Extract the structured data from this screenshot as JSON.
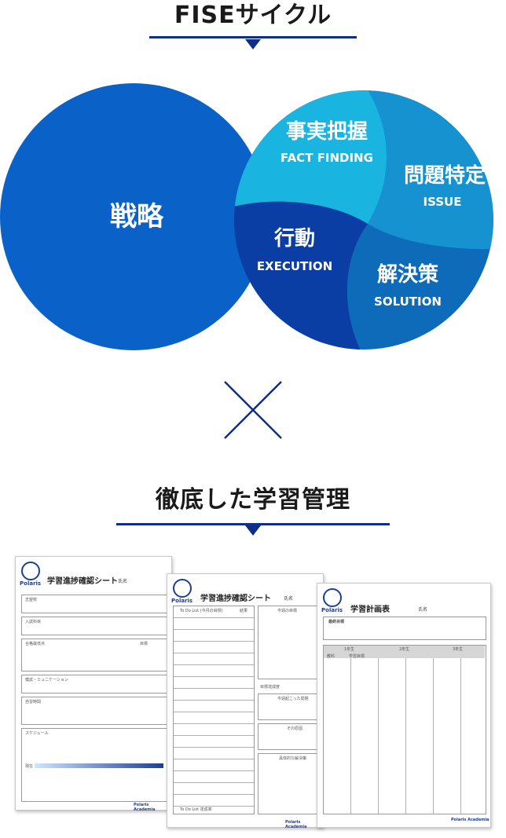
{
  "header": {
    "title": "FISEサイクル"
  },
  "cycle": {
    "strategy": "戦略",
    "fact_jp": "事実把握",
    "fact_en": "FACT FINDING",
    "issue_jp": "問題特定",
    "issue_en": "ISSUE",
    "exec_jp": "行動",
    "exec_en": "EXECUTION",
    "solution_jp": "解決策",
    "solution_en": "SOLUTION"
  },
  "colors": {
    "strategy": "#0a62c8",
    "fact": "#1ab4e0",
    "issue": "#1592cf",
    "execution": "#0b3ea4",
    "solution": "#0d6bb9",
    "accent": "#0f2f86"
  },
  "management": {
    "title": "徹底した学習管理"
  },
  "sheets": {
    "progress_title": "学習進捗確認シート",
    "name_label": "氏名",
    "plan_title": "学習計画表",
    "logo": "Polaris",
    "footer": "Polaris Academia",
    "s1_rows": [
      "志望校",
      "入試科目",
      "合格最低点",
      "模試・ミュニケーション",
      "自習時間",
      "スケジュール"
    ],
    "s1_goal": "目標",
    "s1_now": "現在",
    "s2_todo": "To Do List (今月の目標)",
    "s2_result": "結果",
    "s2_goal": "今週の目標",
    "s2_status": "目標達成度",
    "s2_problem": "今週起こった問題",
    "s2_cause": "その原因",
    "s2_solution": "具体的な解決策",
    "s2_rate": "To Do List 達成率",
    "s3_target": "最終目標",
    "s3_years": [
      "1年生",
      "2年生",
      "3年生"
    ],
    "s3_sub": [
      "教科",
      "学習目標"
    ]
  }
}
